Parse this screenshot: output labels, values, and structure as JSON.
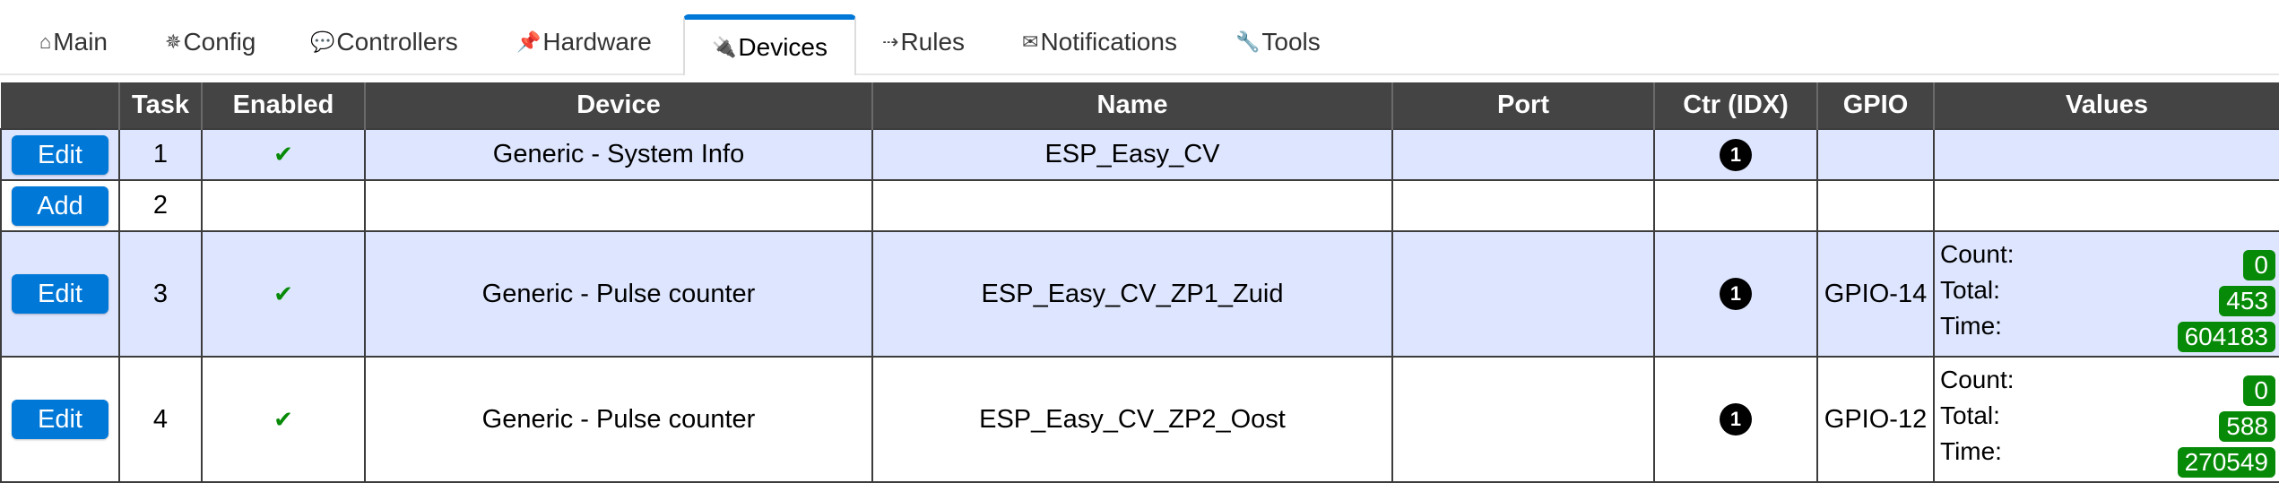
{
  "tabs": [
    {
      "icon": "⌂",
      "label": "Main",
      "name": "tab-main"
    },
    {
      "icon": "✵",
      "label": "Config",
      "name": "tab-config"
    },
    {
      "icon": "💬",
      "label": "Controllers",
      "name": "tab-controllers"
    },
    {
      "icon": "📌",
      "label": "Hardware",
      "name": "tab-hardware"
    },
    {
      "icon": "🔌",
      "label": "Devices",
      "name": "tab-devices"
    },
    {
      "icon": "⇢",
      "label": "Rules",
      "name": "tab-rules"
    },
    {
      "icon": "✉",
      "label": "Notifications",
      "name": "tab-notifications"
    },
    {
      "icon": "🔧",
      "label": "Tools",
      "name": "tab-tools"
    }
  ],
  "table": {
    "headers": [
      "",
      "Task",
      "Enabled",
      "Device",
      "Name",
      "Port",
      "Ctr (IDX)",
      "GPIO",
      "Values"
    ],
    "rows": [
      {
        "button": "Edit",
        "task": "1",
        "enabled": "✔",
        "device": "Generic - System Info",
        "name": "ESP_Easy_CV",
        "port": "",
        "ctr": "1",
        "gpio": "",
        "values": []
      },
      {
        "button": "Add",
        "task": "2",
        "enabled": "",
        "device": "",
        "name": "",
        "port": "",
        "ctr": "",
        "gpio": "",
        "values": []
      },
      {
        "button": "Edit",
        "task": "3",
        "enabled": "✔",
        "device": "Generic - Pulse counter",
        "name": "ESP_Easy_CV_ZP1_Zuid",
        "port": "",
        "ctr": "1",
        "gpio": "GPIO-14",
        "values": [
          {
            "label": "Count:",
            "value": "0"
          },
          {
            "label": "Total:",
            "value": "453"
          },
          {
            "label": "Time:",
            "value": "604183"
          }
        ]
      },
      {
        "button": "Edit",
        "task": "4",
        "enabled": "✔",
        "device": "Generic - Pulse counter",
        "name": "ESP_Easy_CV_ZP2_Oost",
        "port": "",
        "ctr": "1",
        "gpio": "GPIO-12",
        "values": [
          {
            "label": "Count:",
            "value": "0"
          },
          {
            "label": "Total:",
            "value": "588"
          },
          {
            "label": "Time:",
            "value": "270549"
          }
        ]
      }
    ]
  },
  "colors": {
    "accent": "#0078d7",
    "header_bg": "#444444",
    "row_alt": "#dee6ff",
    "value_badge": "#078a07"
  }
}
